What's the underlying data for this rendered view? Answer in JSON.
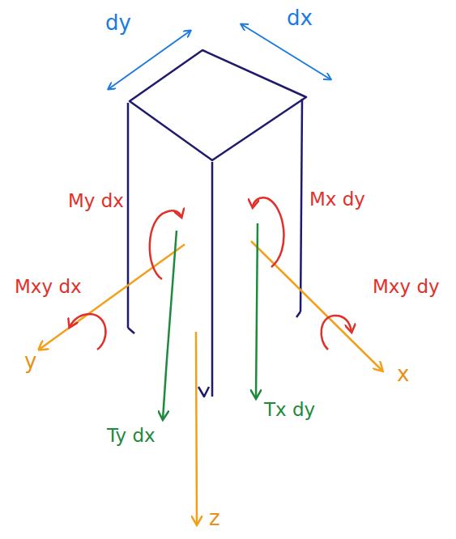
{
  "diagram": {
    "labels": [
      "dy",
      "dx",
      "My dx",
      "Mx dy",
      "Mxy dx",
      "Mxy dy",
      "y",
      "x",
      "Ty dx",
      "Tx dy",
      "z"
    ]
  }
}
